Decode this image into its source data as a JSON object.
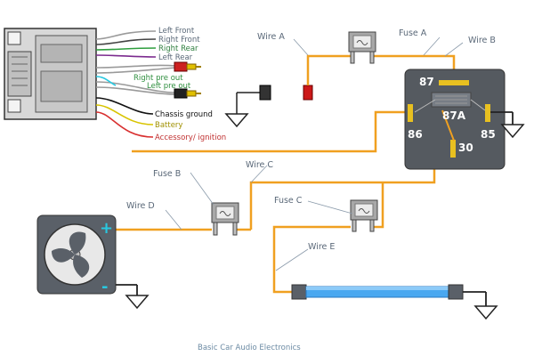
{
  "stereo_wires": [
    {
      "label": "Left Front",
      "color": "#8c8c8c"
    },
    {
      "label": "Right Front",
      "color": "#4a4a4a"
    },
    {
      "label": "Right Rear",
      "color": "#2e9e3e"
    },
    {
      "label": "Left Rear",
      "color": "#7b2a8e"
    },
    {
      "label": "Right pre out",
      "color": "#2e9e3e"
    },
    {
      "label": "Left pre out",
      "color": "#2e9e3e"
    },
    {
      "label": "Chassis ground",
      "color": "#111111"
    },
    {
      "label": "Battery",
      "color": "#d8c400"
    },
    {
      "label": "Accessory/ ignition",
      "color": "#d83030"
    }
  ],
  "wires": {
    "a": "Wire A",
    "b": "Wire B",
    "c": "Wire C",
    "d": "Wire D",
    "e": "Wire E"
  },
  "fuses": {
    "a": "Fuse A",
    "b": "Fuse B",
    "c": "Fuse C"
  },
  "relay_terminals": {
    "t87": "87",
    "t87a": "87A",
    "t86": "86",
    "t85": "85",
    "t30": "30"
  },
  "footer": "Basic Car Audio Electronics",
  "colors": {
    "wire_orange": "#f0a020",
    "relay_body": "#555a60",
    "light_bar": "#4aa8f0",
    "fan_plus": "#28c8e0"
  }
}
